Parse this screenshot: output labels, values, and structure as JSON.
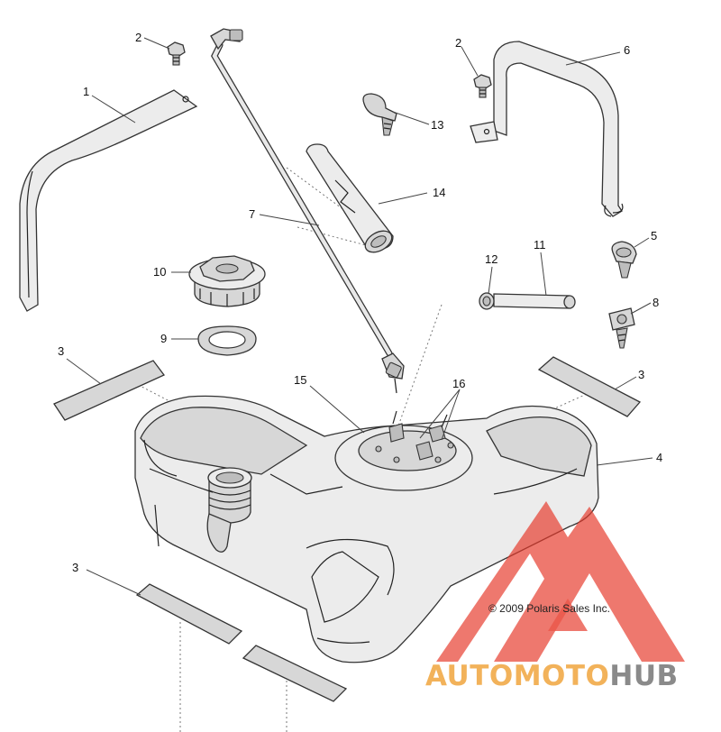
{
  "diagram": {
    "callouts": {
      "c1": "1",
      "c2a": "2",
      "c2b": "2",
      "c3a": "3",
      "c3b": "3",
      "c3c": "3",
      "c4": "4",
      "c5": "5",
      "c6": "6",
      "c7": "7",
      "c8": "8",
      "c9": "9",
      "c10": "10",
      "c11": "11",
      "c12": "12",
      "c13": "13",
      "c14": "14",
      "c15": "15",
      "c16": "16"
    },
    "copyright": "© 2009 Polaris Sales Inc."
  },
  "watermark": {
    "part1": "AUTOMOTO",
    "part2": "HUB",
    "colors": {
      "accent": "#f2b25a",
      "dark": "#8a8a8a",
      "triangle": "#e63a2a"
    }
  }
}
